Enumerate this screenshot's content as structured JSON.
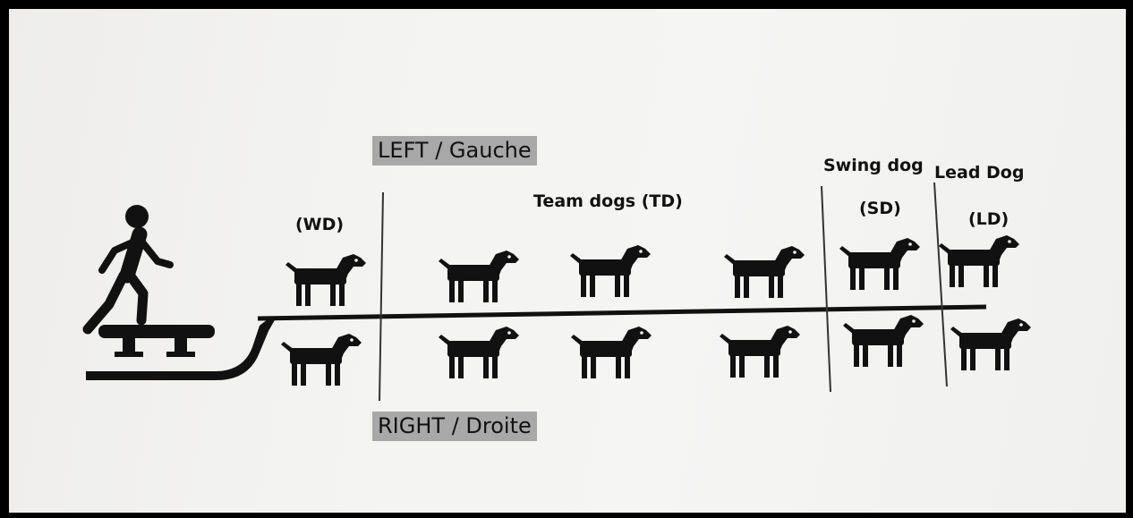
{
  "labels": {
    "left": "LEFT / Gauche",
    "right": "RIGHT / Droite",
    "team_dogs": "Team dogs (TD)",
    "wheel_abbr": "(WD)",
    "swing_title": "Swing dog",
    "swing_abbr": "(SD)",
    "lead_title": "Lead Dog",
    "lead_abbr": "(LD)"
  },
  "team": {
    "musher": "musher-icon",
    "sled": "sled-icon",
    "dog_icon": "dog-icon",
    "rows": [
      {
        "side": "left",
        "positions": [
          "WD",
          "TD",
          "TD",
          "TD",
          "SD",
          "LD"
        ]
      },
      {
        "side": "right",
        "positions": [
          "WD",
          "TD",
          "TD",
          "TD",
          "SD",
          "LD"
        ]
      }
    ]
  },
  "colors": {
    "ink": "#111111",
    "label_highlight": "#a8a8a8",
    "paper": "#f3f3f1"
  }
}
